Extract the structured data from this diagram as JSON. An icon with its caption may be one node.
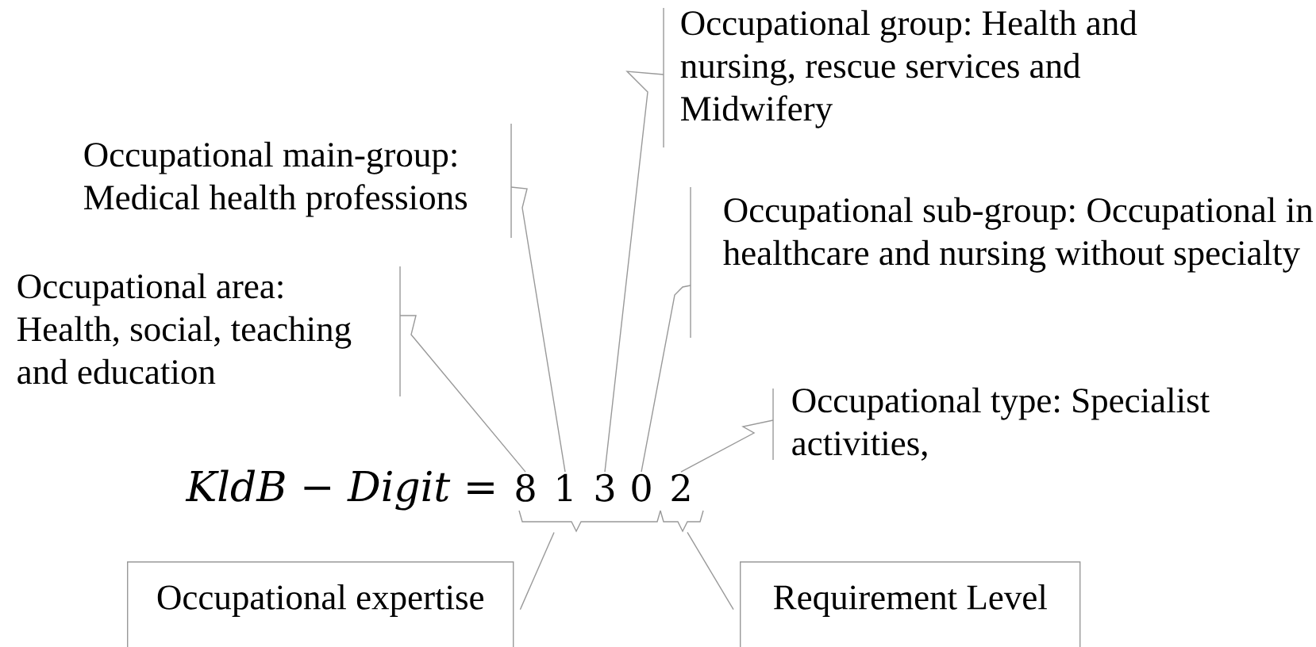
{
  "diagram": {
    "nodes": [
      {
        "text": [
          "Occupational group: Health and nursing, rescue services and Midwifery"
        ]
      },
      {
        "text": [
          "Occupational main-group: Medical health professions"
        ]
      },
      {
        "text": [
          "Occupational sub-group: Occupational in healthcare and nursing without specialty"
        ]
      },
      {
        "text": [
          "Occupational area: Health, social, teaching and education"
        ]
      },
      {
        "text": [
          "Occupational type: Specialist activities,"
        ]
      },
      {
        "text": [
          "8"
        ]
      },
      {
        "text": [
          "1"
        ]
      },
      {
        "text": [
          "3"
        ]
      },
      {
        "text": [
          "0"
        ]
      },
      {
        "text": [
          "2"
        ]
      },
      {
        "text": [
          "Occupational expertise"
        ]
      },
      {
        "text": [
          "Requirement Level"
        ]
      },
      {
        "text": [],
        "shape": "brace"
      },
      {
        "text": [],
        "shape": "brace"
      }
    ],
    "edges": [
      {
        "from": 0,
        "to": 7,
        "arrow": "none"
      },
      {
        "from": 1,
        "to": 6,
        "arrow": "none"
      },
      {
        "from": 2,
        "to": 8,
        "arrow": "none"
      },
      {
        "from": 3,
        "to": 5,
        "arrow": "none"
      },
      {
        "from": 4,
        "to": 9,
        "arrow": "none"
      },
      {
        "from": 10,
        "to": 12,
        "arrow": "none"
      },
      {
        "from": 11,
        "to": 13,
        "arrow": "none"
      }
    ],
    "labels": [
      "KldB − Digit ="
    ]
  }
}
